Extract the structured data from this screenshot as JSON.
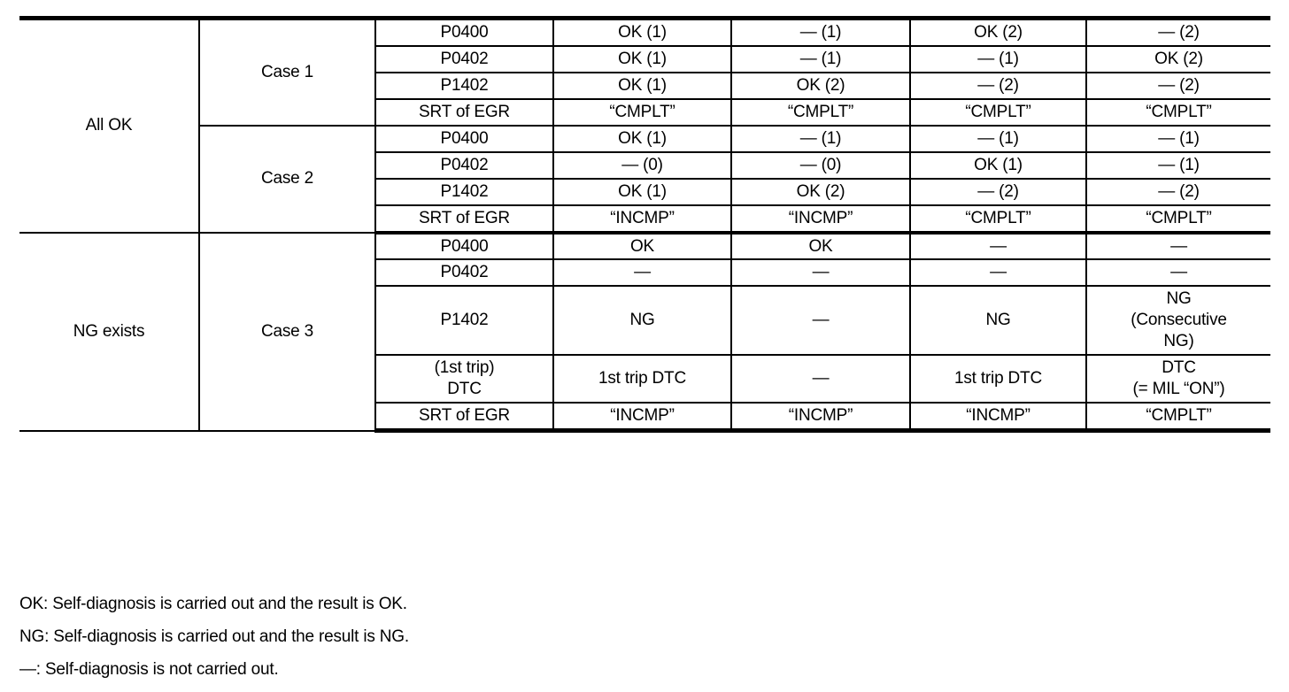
{
  "table": {
    "columns": [
      "status",
      "case",
      "item",
      "col1",
      "col2",
      "col3",
      "col4"
    ],
    "groups": [
      {
        "status": "All OK",
        "cases": [
          {
            "name": "Case 1",
            "rows": [
              {
                "item": "P0400",
                "values": [
                  "OK (1)",
                  "— (1)",
                  "OK (2)",
                  "— (2)"
                ]
              },
              {
                "item": "P0402",
                "values": [
                  "OK (1)",
                  "— (1)",
                  "— (1)",
                  "OK (2)"
                ]
              },
              {
                "item": "P1402",
                "values": [
                  "OK (1)",
                  "OK (2)",
                  "— (2)",
                  "— (2)"
                ]
              },
              {
                "item": "SRT of EGR",
                "values": [
                  "“CMPLT”",
                  "“CMPLT”",
                  "“CMPLT”",
                  "“CMPLT”"
                ]
              }
            ]
          },
          {
            "name": "Case 2",
            "rows": [
              {
                "item": "P0400",
                "values": [
                  "OK (1)",
                  "— (1)",
                  "— (1)",
                  "— (1)"
                ]
              },
              {
                "item": "P0402",
                "values": [
                  "— (0)",
                  "— (0)",
                  "OK (1)",
                  "— (1)"
                ]
              },
              {
                "item": "P1402",
                "values": [
                  "OK (1)",
                  "OK (2)",
                  "— (2)",
                  "— (2)"
                ]
              },
              {
                "item": "SRT of EGR",
                "values": [
                  "“INCMP”",
                  "“INCMP”",
                  "“CMPLT”",
                  "“CMPLT”"
                ]
              }
            ]
          }
        ]
      },
      {
        "status": "NG exists",
        "cases": [
          {
            "name": "Case 3",
            "rows": [
              {
                "item": "P0400",
                "values": [
                  "OK",
                  "OK",
                  "—",
                  "—"
                ]
              },
              {
                "item": "P0402",
                "values": [
                  "—",
                  "—",
                  "—",
                  "—"
                ]
              },
              {
                "item": "P1402",
                "values": [
                  "NG",
                  "—",
                  "NG",
                  "NG\n(Consecutive\nNG)"
                ]
              },
              {
                "item": "(1st trip)\nDTC",
                "values": [
                  "1st trip DTC",
                  "—",
                  "1st trip DTC",
                  "DTC\n(= MIL “ON”)"
                ]
              },
              {
                "item": "SRT of EGR",
                "values": [
                  "“INCMP”",
                  "“INCMP”",
                  "“INCMP”",
                  "“CMPLT”"
                ]
              }
            ]
          }
        ]
      }
    ]
  },
  "footnotes": [
    "OK: Self-diagnosis is carried out and the result is OK.",
    "NG: Self-diagnosis is carried out and the result is NG.",
    "—: Self-diagnosis is not carried out."
  ]
}
